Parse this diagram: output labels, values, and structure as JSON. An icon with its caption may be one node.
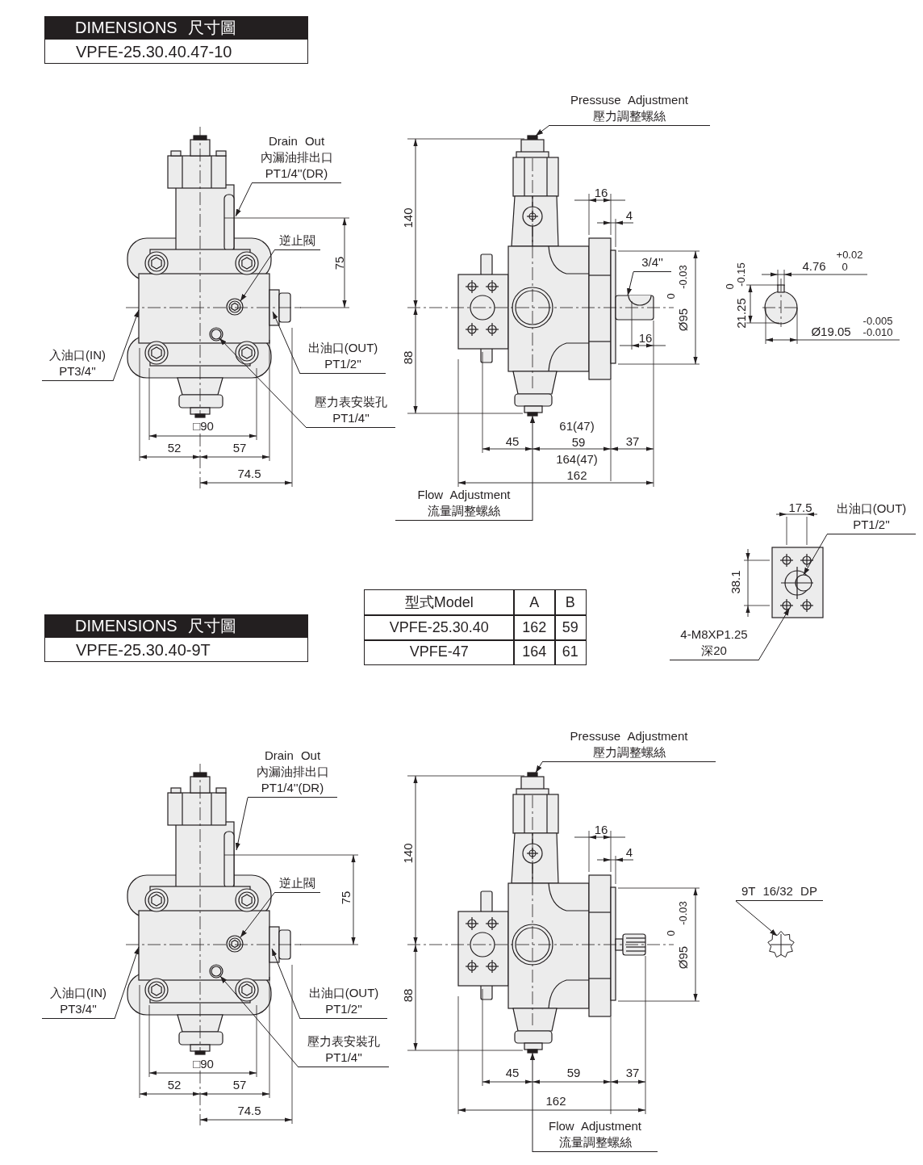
{
  "diagram": {
    "nodes": [
      {
        "text": [
          "DIMENSIONS 尺寸圖",
          "VPFE-25.30.40.47-10"
        ]
      },
      {
        "text": [
          "Drain Out",
          "內漏油排出口",
          "PT1/4''(DR)"
        ]
      },
      {
        "text": [
          "逆止閥"
        ]
      },
      {
        "text": [
          "入油口(IN)",
          "PT3/4''"
        ]
      },
      {
        "text": [
          "出油口(OUT)",
          "PT1/2''"
        ]
      },
      {
        "text": [
          "壓力表安裝孔",
          "PT1/4''"
        ]
      },
      {
        "text": [
          "Pressuse Adjustment",
          "壓力調整螺絲"
        ]
      },
      {
        "text": [
          "3/4''"
        ]
      },
      {
        "text": [
          "Flow Adjustment",
          "流量調整螺絲"
        ]
      },
      {
        "text": [
          "出油口(OUT)",
          "PT1/2''"
        ]
      },
      {
        "text": [
          "4-M8XP1.25",
          "深20"
        ]
      },
      {
        "text": [
          "DIMENSIONS 尺寸圖",
          "VPFE-25.30.40-9T"
        ]
      },
      {
        "text": [
          "Drain Out",
          "內漏油排出口",
          "PT1/4''(DR)"
        ]
      },
      {
        "text": [
          "逆止閥"
        ]
      },
      {
        "text": [
          "入油口(IN)",
          "PT3/4''"
        ]
      },
      {
        "text": [
          "出油口(OUT)",
          "PT1/2''"
        ]
      },
      {
        "text": [
          "壓力表安裝孔",
          "PT1/4''"
        ]
      },
      {
        "text": [
          "Pressuse Adjustment",
          "壓力調整螺絲"
        ]
      },
      {
        "text": [
          "Flow Adjustment",
          "流量調整螺絲"
        ]
      },
      {
        "text": [
          "9T 16/32 DP"
        ]
      },
      {
        "text": [],
        "shape": "picture"
      },
      {
        "text": [],
        "shape": "picture"
      },
      {
        "text": [],
        "shape": "picture"
      }
    ],
    "edges": [
      {
        "from": 1,
        "to": null,
        "arrow": "to"
      },
      {
        "from": 2,
        "to": null,
        "arrow": "to"
      },
      {
        "from": 3,
        "to": null,
        "arrow": "to"
      },
      {
        "from": 4,
        "to": null,
        "arrow": "to"
      },
      {
        "from": 5,
        "to": null,
        "arrow": "to"
      },
      {
        "from": 6,
        "to": 20,
        "arrow": "to"
      },
      {
        "from": 7,
        "to": 20,
        "arrow": "to"
      },
      {
        "from": 8,
        "to": 20,
        "arrow": "to"
      },
      {
        "from": 9,
        "to": 21,
        "arrow": "to"
      },
      {
        "from": 10,
        "to": 21,
        "arrow": "to"
      },
      {
        "from": 12,
        "to": null,
        "arrow": "to"
      },
      {
        "from": 13,
        "to": null,
        "arrow": "to"
      },
      {
        "from": 14,
        "to": null,
        "arrow": "to"
      },
      {
        "from": 15,
        "to": null,
        "arrow": "to"
      },
      {
        "from": 16,
        "to": null,
        "arrow": "to"
      },
      {
        "from": 17,
        "to": 22,
        "arrow": "to"
      },
      {
        "from": 18,
        "to": 22,
        "arrow": "to"
      },
      {
        "from": 19,
        "to": null,
        "arrow": "to"
      }
    ],
    "labels": [
      "75",
      "□90",
      "52",
      "57",
      "74.5",
      "140",
      "88",
      "16",
      "4",
      "+0.02",
      "4.76",
      "0",
      "0",
      "-0.03",
      "Ø95",
      "0",
      "-0.15",
      "21.25",
      "16",
      "-0.005",
      "Ø19.05",
      "-0.010",
      "61(47)",
      "45",
      "59",
      "37",
      "164(47)",
      "162",
      "17.5",
      "38.1",
      "型式Model",
      "A",
      "B",
      "VPFE-25.30.40",
      "162",
      "59",
      "VPFE-47",
      "164",
      "61",
      "140",
      "16",
      "4",
      "75",
      "0",
      "-0.03",
      "Ø95",
      "88",
      "□90",
      "45",
      "59",
      "37",
      "52",
      "57",
      "162",
      "74.5"
    ]
  }
}
